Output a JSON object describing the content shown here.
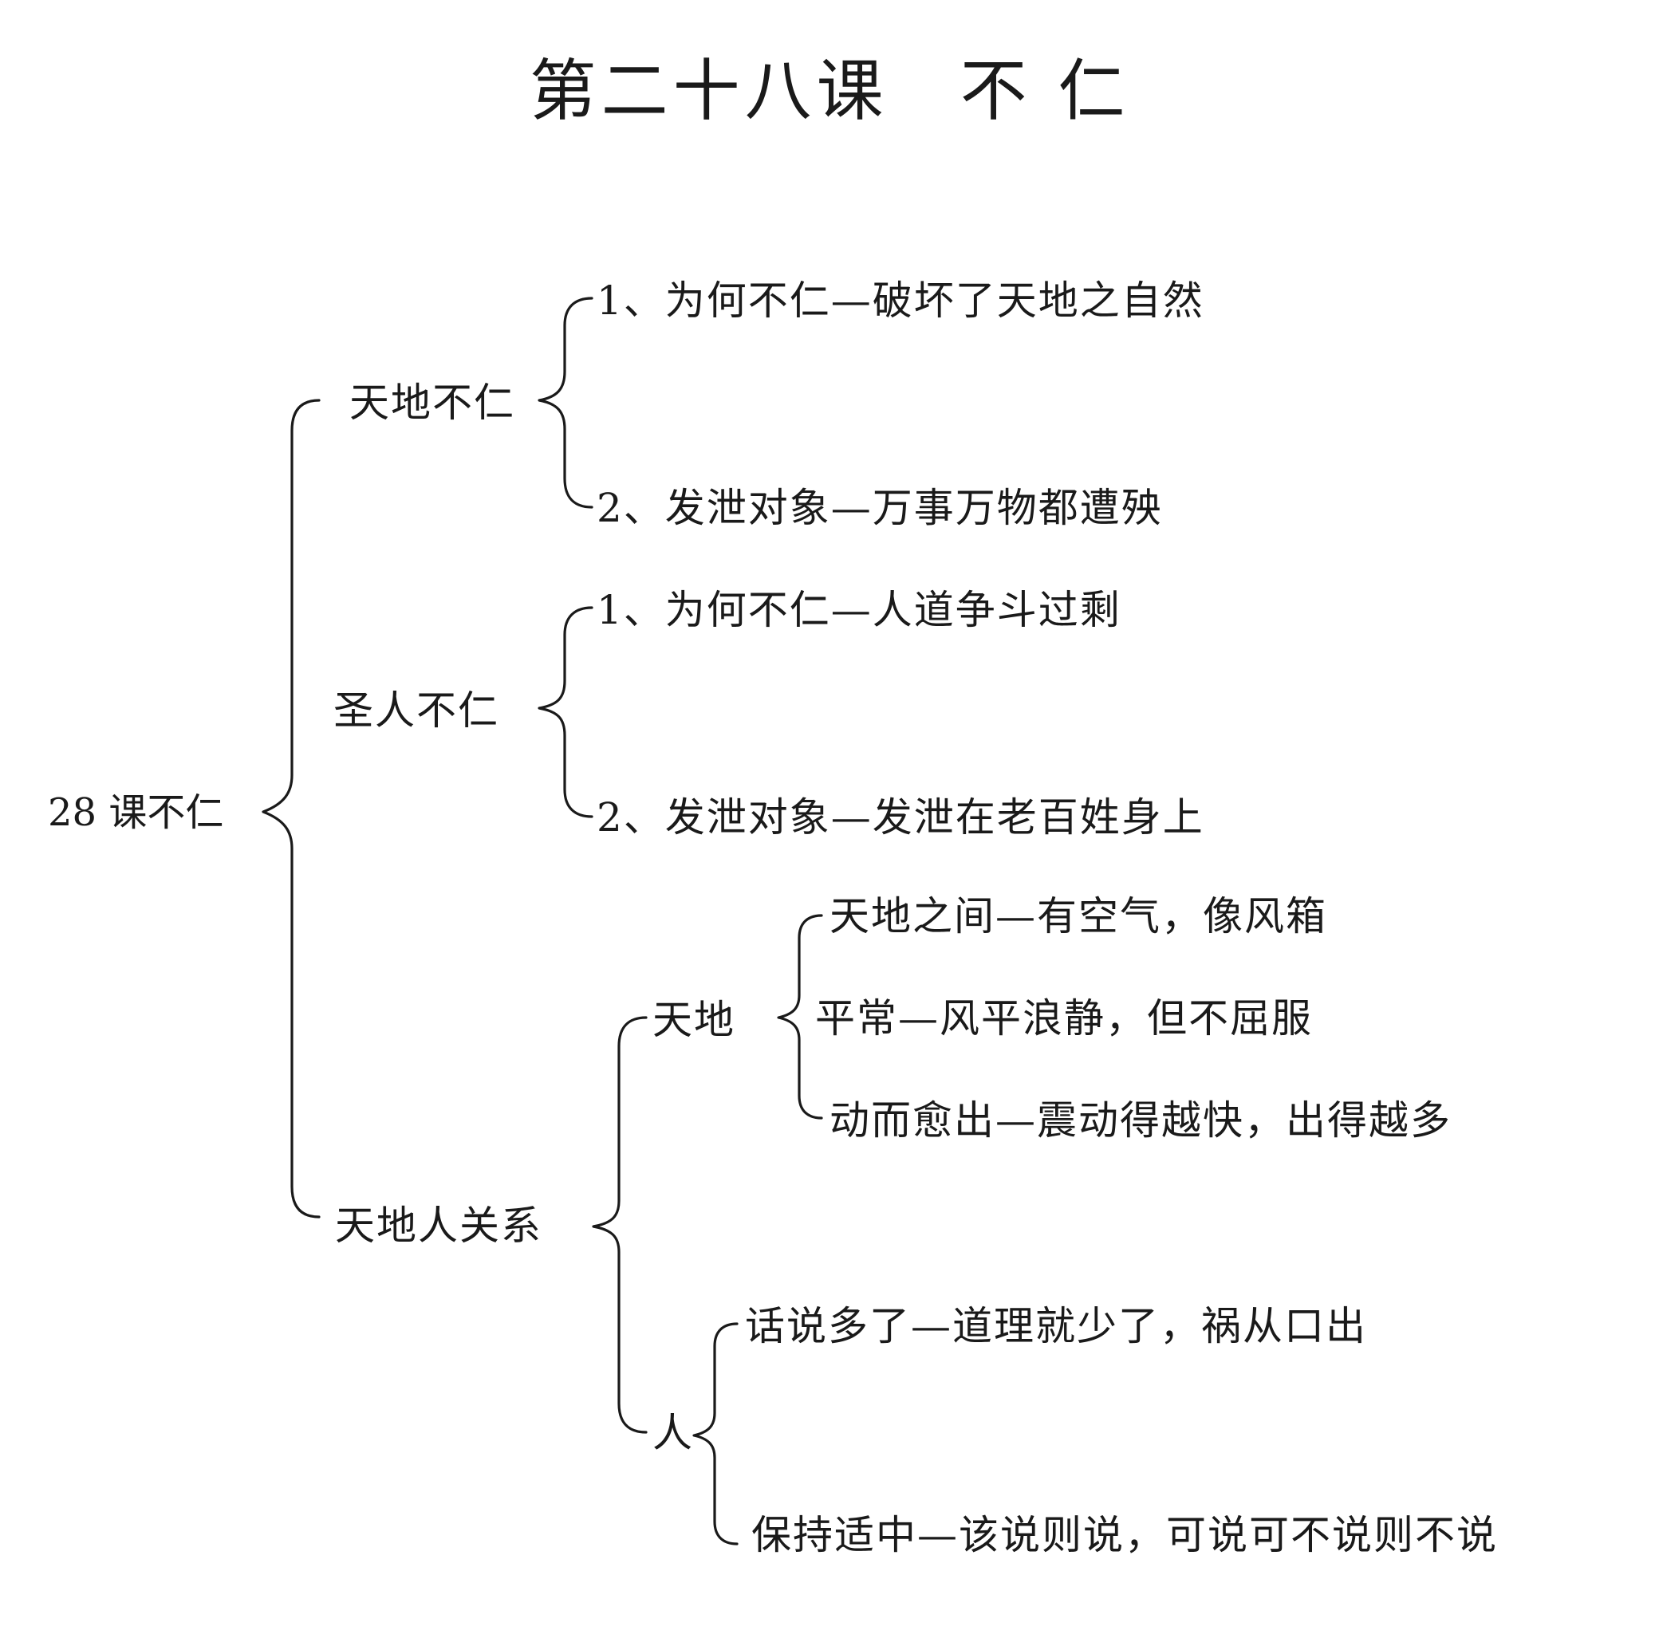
{
  "title": "第二十八课　不 仁",
  "root": {
    "label": "28 课不仁",
    "branches": [
      {
        "label": "天地不仁",
        "items": [
          "1、为何不仁—破坏了天地之自然",
          "2、发泄对象—万事万物都遭殃"
        ]
      },
      {
        "label": "圣人不仁",
        "items": [
          "1、为何不仁—人道争斗过剩",
          "2、发泄对象—发泄在老百姓身上"
        ]
      },
      {
        "label": "天地人关系",
        "children": [
          {
            "label": "天地",
            "items": [
              "天地之间—有空气，像风箱",
              "平常—风平浪静，但不屈服",
              "动而愈出—震动得越快，出得越多"
            ]
          },
          {
            "label": "人",
            "items": [
              "话说多了—道理就少了，祸从口出",
              "保持适中—该说则说，可说可不说则不说"
            ]
          }
        ]
      }
    ]
  }
}
